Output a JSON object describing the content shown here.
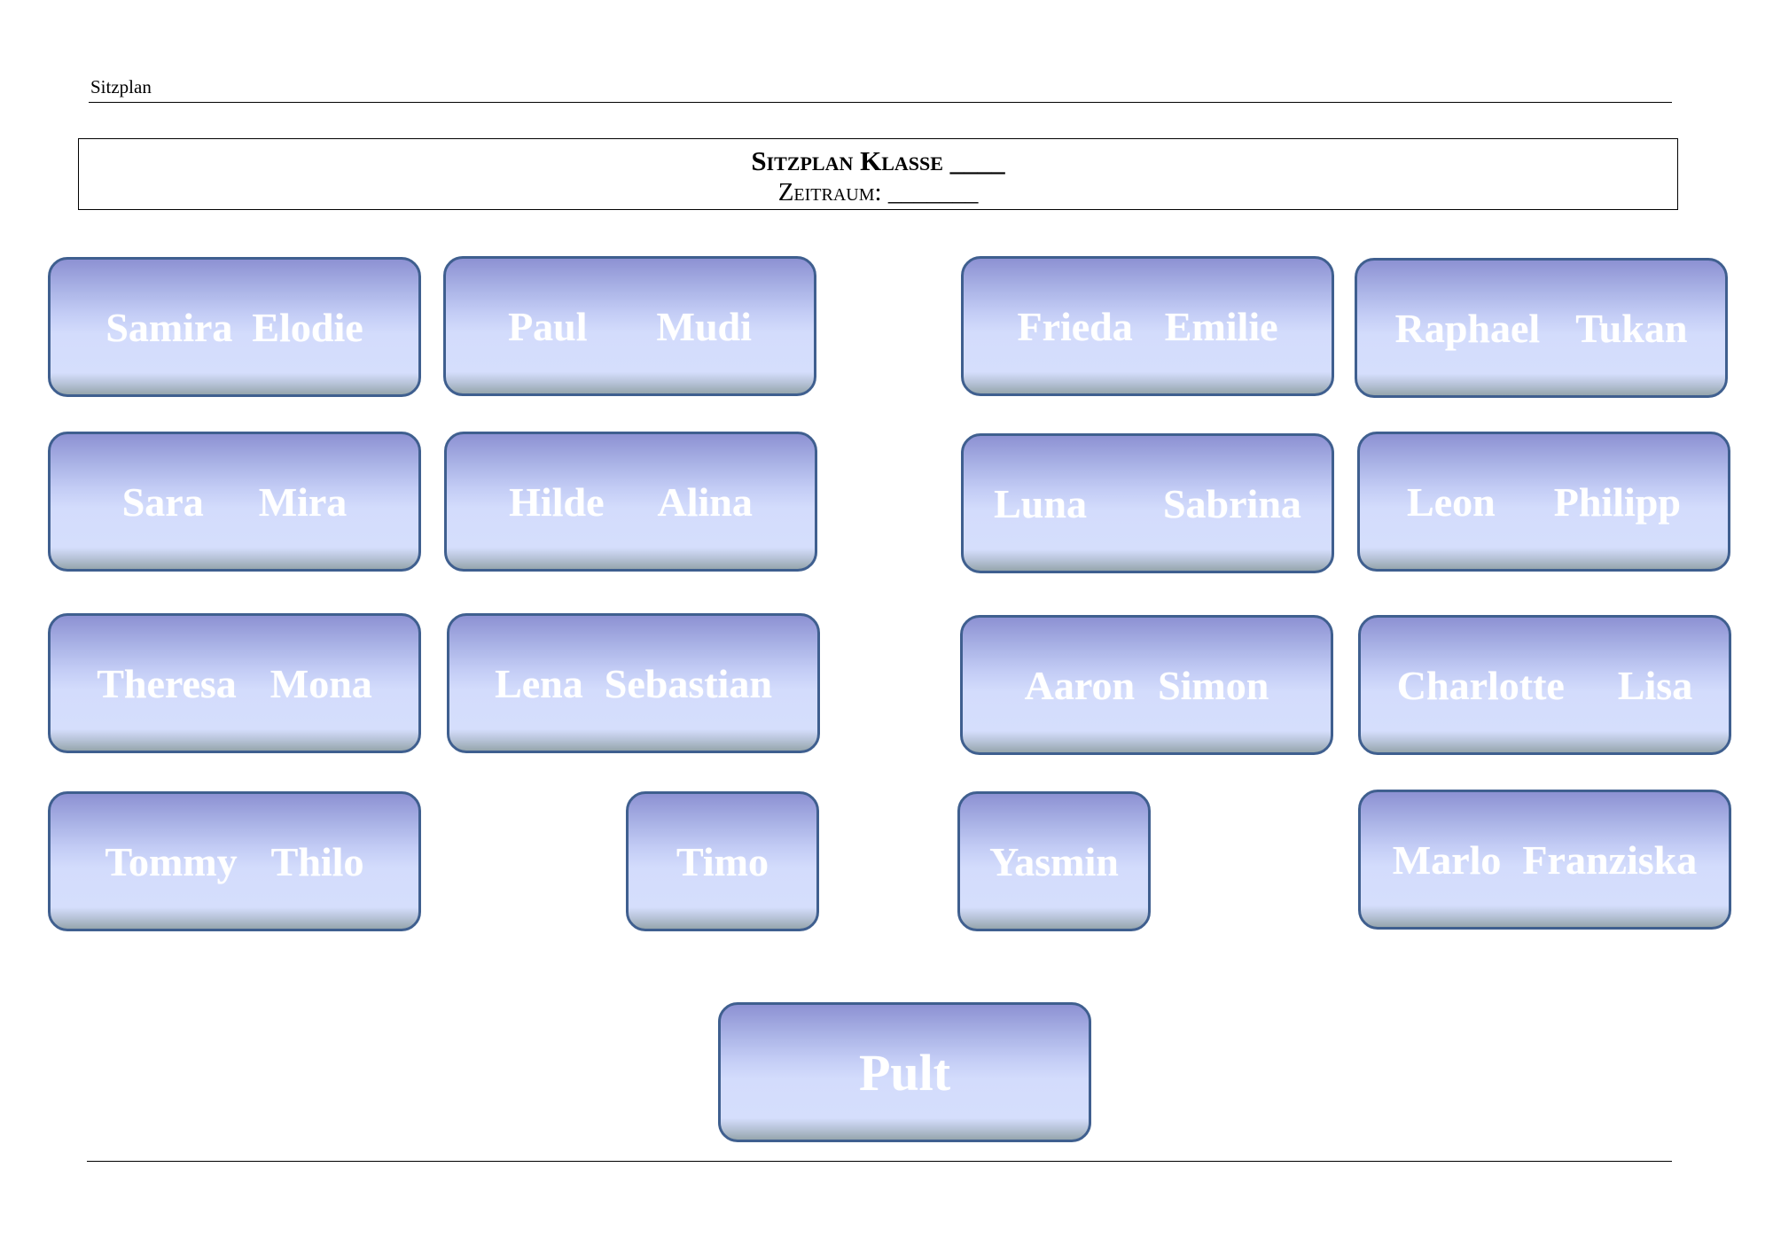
{
  "header": {
    "label": "Sitzplan"
  },
  "title": {
    "line1": "Sitzplan Klasse ____",
    "line2": "Zeitraum: _______"
  },
  "desks": [
    {
      "id": "r1c1",
      "names": [
        "Samira",
        "Elodie"
      ]
    },
    {
      "id": "r1c2",
      "names": [
        "Paul",
        "Mudi"
      ]
    },
    {
      "id": "r1c3",
      "names": [
        "Frieda",
        "Emilie"
      ]
    },
    {
      "id": "r1c4",
      "names": [
        "Raphael",
        "Tukan"
      ]
    },
    {
      "id": "r2c1",
      "names": [
        "Sara",
        "Mira"
      ]
    },
    {
      "id": "r2c2",
      "names": [
        "Hilde",
        "Alina"
      ]
    },
    {
      "id": "r2c3",
      "names": [
        "Luna",
        "Sabrina"
      ]
    },
    {
      "id": "r2c4",
      "names": [
        "Leon",
        "Philipp"
      ]
    },
    {
      "id": "r3c1",
      "names": [
        "Theresa",
        "Mona"
      ]
    },
    {
      "id": "r3c2",
      "names": [
        "Lena",
        "Sebastian"
      ]
    },
    {
      "id": "r3c3",
      "names": [
        "Aaron",
        "Simon"
      ]
    },
    {
      "id": "r3c4",
      "names": [
        "Charlotte",
        "Lisa"
      ]
    },
    {
      "id": "r4c1",
      "names": [
        "Tommy",
        "Thilo"
      ]
    },
    {
      "id": "r4c2",
      "names": [
        "Timo"
      ]
    },
    {
      "id": "r4c3",
      "names": [
        "Yasmin"
      ]
    },
    {
      "id": "r4c4",
      "names": [
        "Marlo",
        "Franziska"
      ]
    }
  ],
  "teacher_desk": {
    "label": "Pult"
  },
  "colors": {
    "desk_border": "#3f5f8f",
    "desk_fill_top": "#8d91d3",
    "desk_fill_mid": "#d3dcfc",
    "desk_text": "#ffffff"
  }
}
